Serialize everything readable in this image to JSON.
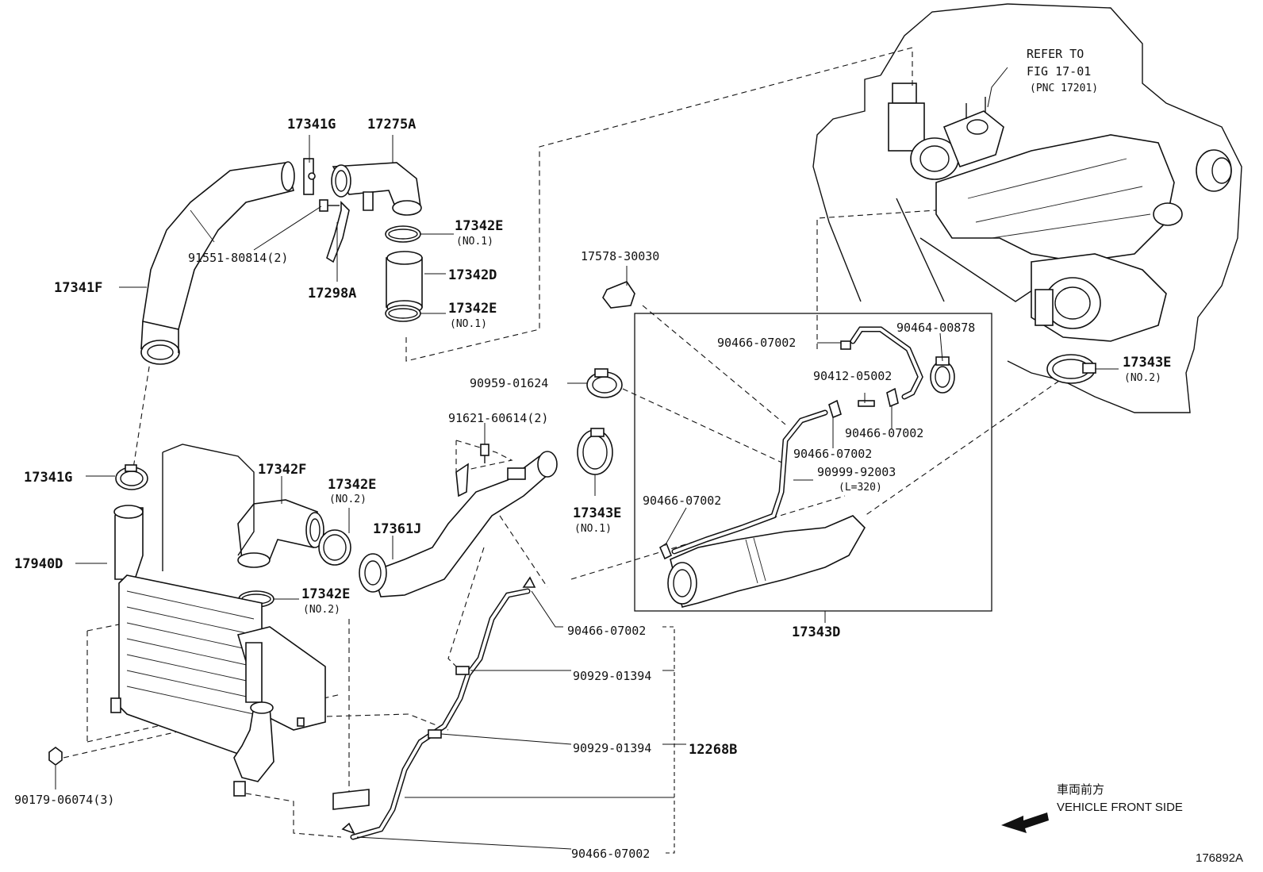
{
  "labels": {
    "p17341G_top": "17341G",
    "p17275A": "17275A",
    "p91551": "91551-80814(2)",
    "p17298A": "17298A",
    "p17341F": "17341F",
    "p17342E_1a": "17342E",
    "p17342E_1a_sub": "(NO.1)",
    "p17342D": "17342D",
    "p17342E_1b": "17342E",
    "p17342E_1b_sub": "(NO.1)",
    "p17578": "17578-30030",
    "p90959": "90959-01624",
    "p91621": "91621-60614(2)",
    "p17341G_low": "17341G",
    "p17342F": "17342F",
    "p17342E_2a": "17342E",
    "p17342E_2a_sub": "(NO.2)",
    "p17361J": "17361J",
    "p17343E_1": "17343E",
    "p17343E_1_sub": "(NO.1)",
    "p17940D": "17940D",
    "p17342E_2b": "17342E",
    "p17342E_2b_sub": "(NO.2)",
    "p90466_a": "90466-07002",
    "p90464": "90464-00878",
    "p90412": "90412-05002",
    "p90466_b": "90466-07002",
    "p90466_c": "90466-07002",
    "p90999": "90999-92003",
    "p90999_sub": "(L=320)",
    "p90466_d": "90466-07002",
    "p17343E_2": "17343E",
    "p17343E_2_sub": "(NO.2)",
    "p17343D": "17343D",
    "p90466_e": "90466-07002",
    "p90929_a": "90929-01394",
    "p90929_b": "90929-01394",
    "p12268B": "12268B",
    "p90466_f": "90466-07002",
    "p90179": "90179-06074(3)"
  },
  "refer": {
    "line1": "REFER TO",
    "line2": "FIG 17-01",
    "line3": "(PNC 17201)"
  },
  "front": {
    "jp": "車両前方",
    "en": "VEHICLE FRONT SIDE"
  },
  "figure_id": "176892A"
}
